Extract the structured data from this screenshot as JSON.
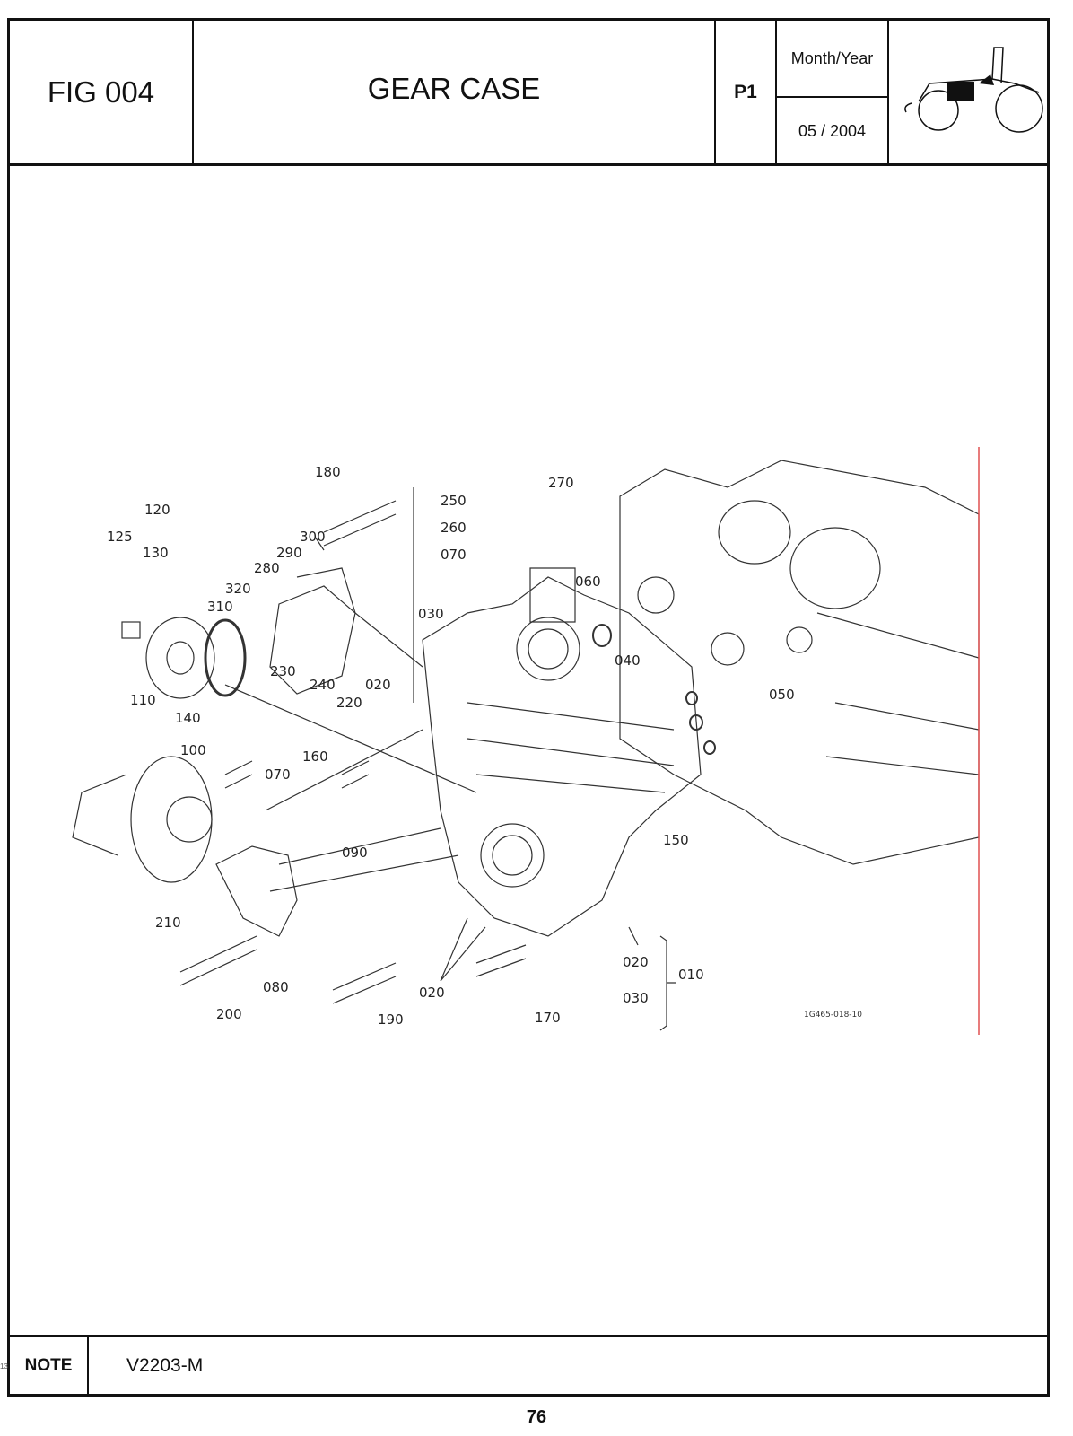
{
  "header": {
    "fig": "FIG 004",
    "title": "GEAR CASE",
    "page": "P1",
    "month_year_label": "Month/Year",
    "date": "05 / 2004"
  },
  "diagram": {
    "image_code": "1G465-018-10",
    "part_labels": [
      "180",
      "120",
      "125",
      "130",
      "300",
      "290",
      "280",
      "320",
      "310",
      "110",
      "140",
      "230",
      "240",
      "220",
      "020",
      "100",
      "160",
      "070",
      "090",
      "210",
      "200",
      "080",
      "190",
      "020",
      "170",
      "250",
      "260",
      "270",
      "070",
      "030",
      "060",
      "040",
      "050",
      "150",
      "020",
      "010",
      "030"
    ]
  },
  "footer": {
    "note_label": "NOTE",
    "note_value": "V2203-M",
    "page_number": "76",
    "side_mark": "13"
  }
}
